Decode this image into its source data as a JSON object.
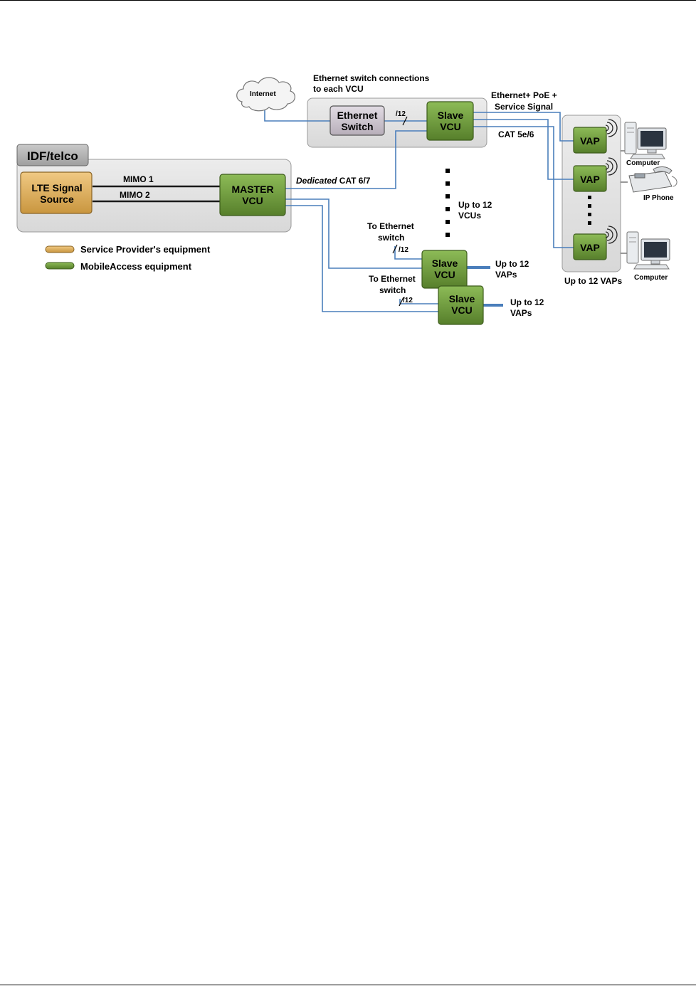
{
  "labels": {
    "internet": "Internet",
    "eth_switch_title_line1": "Ethernet switch connections",
    "eth_switch_title_line2": "to each VCU",
    "ethernet_switch_line1": "Ethernet",
    "ethernet_switch_line2": "Switch",
    "slash12": "/12",
    "slave": "Slave",
    "vcu": "VCU",
    "poe_line1": "Ethernet+ PoE +",
    "poe_line2": "Service Signal",
    "cat5": "CAT 5e/6",
    "idf_telco": "IDF/telco",
    "lte_line1": "LTE Signal",
    "lte_line2": "Source",
    "mimo1": "MIMO 1",
    "mimo2": "MIMO 2",
    "master": "MASTER",
    "dedicated_italic": "Dedicated",
    "dedicated_rest": " CAT 6/7",
    "up_to_12_vcus_line1": "Up to 12",
    "up_to_12_vcus_line2": "VCUs",
    "to_ethernet": "To Ethernet",
    "switch": "switch",
    "up_to_12": "Up to 12",
    "vaps": "VAPs",
    "vap": "VAP",
    "up_to_12_vaps": "Up to 12 VAPs",
    "computer": "Computer",
    "ip_phone": "IP Phone"
  },
  "legend": {
    "service_provider": "Service Provider's equipment",
    "mobileaccess": "MobileAccess equipment"
  },
  "colors": {
    "green": "#6e9a3a",
    "tan": "#d9aa5c",
    "line_blue": "#4a7ebb",
    "panel_gray": "#e6e6e6"
  }
}
